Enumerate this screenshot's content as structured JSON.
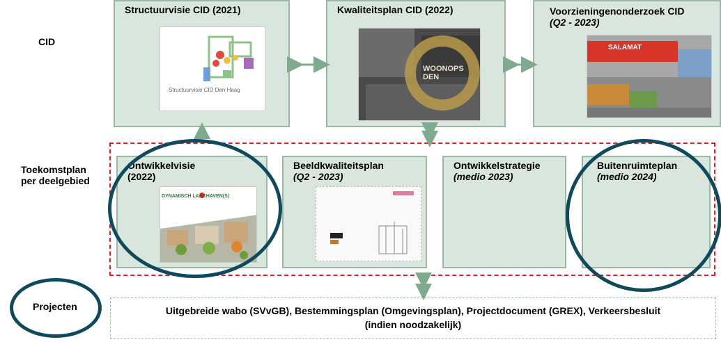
{
  "rows": {
    "cid": "CID",
    "toekomst_line1": "Toekomstplan",
    "toekomst_line2": "per deelgebied",
    "projecten": "Projecten"
  },
  "cid_boxes": [
    {
      "title": "Structuurvisie CID (2021)",
      "subtitle": ""
    },
    {
      "title": "Kwaliteitsplan CID (2022)",
      "subtitle": ""
    },
    {
      "title": "Voorzieningenonderzoek CID",
      "subtitle": "(Q2 - 2023)"
    }
  ],
  "plan_boxes": [
    {
      "title": "Ontwikkelvisie",
      "subtitle": "(2022)"
    },
    {
      "title": "Beeldkwaliteitsplan",
      "subtitle": "(Q2 - 2023)"
    },
    {
      "title": "Ontwikkelstrategie",
      "subtitle": "(medio 2023)"
    },
    {
      "title": "Buitenruimteplan",
      "subtitle": "(medio 2024)"
    }
  ],
  "thumbnails": {
    "structuurvisie_caption": "Structuurvisie CID Den Haag",
    "kwaliteitsplan_overlay": "WOONOPS DEN",
    "ontwikkelvisie_banner": "DYNAMISCH LAAKHAVEN(S)",
    "voorzieningen_awning": "SALAMAT"
  },
  "projecten_box": {
    "line1": "Uitgebreide wabo (SVvGB), Bestemmingsplan (Omgevingsplan), Projectdocument (GREX), Verkeersbesluit",
    "line2": "(indien noodzakelijk)"
  },
  "colors": {
    "box_fill": "#d9e6dd",
    "box_border": "#9bb8a4",
    "arrow": "#7faa8e",
    "dashed": "#e02020",
    "ring": "#0e4a5c"
  }
}
